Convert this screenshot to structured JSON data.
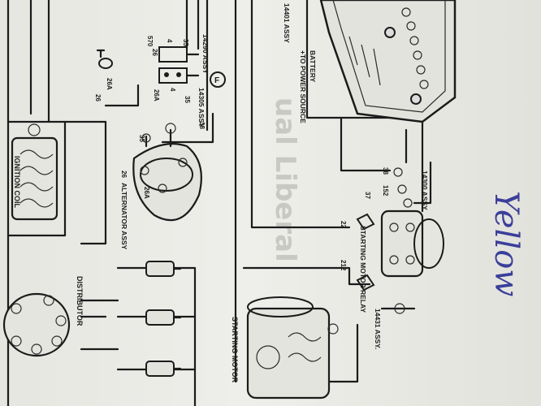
{
  "labels": {
    "battery": "BATTERY",
    "power_source": "+TO POWER SOURCE",
    "assy_14401": "14401 ASSY",
    "assy_14290": "14290 ASSY",
    "assy_14305": "14305 ASSY",
    "assy_14300": "14300 ASSY",
    "assy_14431": "14431 ASSY.",
    "ignition_coil": "IGNITION COIL",
    "alternator_assy": "ALTERNATOR ASSY",
    "distributor": "DISTRIBUTOR",
    "starting_motor": "STARTING MOTOR",
    "starting_motor_relay": "STARTING MOTOR RELAY",
    "fuse_symbol": "F"
  },
  "wires": {
    "w4a": "4",
    "w4b": "4",
    "w35a": "35",
    "w35b": "35",
    "w26a": "26",
    "w26b": "26",
    "w26c": "26",
    "w26A_a": "26A",
    "w26A_b": "26A",
    "w26A_c": "26A",
    "w570": "570",
    "w38a": "38",
    "w38b": "38",
    "w35c": "35",
    "w152": "152",
    "w37": "37",
    "w22": "22",
    "w212": "212"
  },
  "handwriting": "Yellow",
  "colors": {
    "ink": "#1b1b1b",
    "paper": "#e9e9e4",
    "pen": "#3b3f9a"
  }
}
